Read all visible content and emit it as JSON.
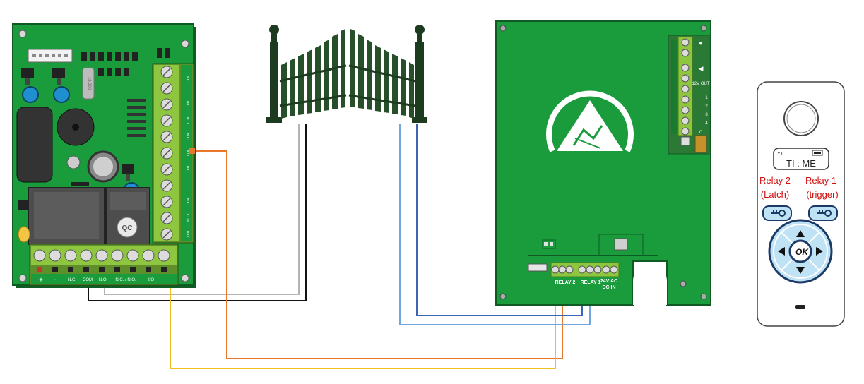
{
  "left_board": {
    "chip_label": "13.000",
    "qc_label": "QC",
    "side_terminal_labels": [
      "N.C.",
      "N.C.",
      "N.O.",
      "N.C.",
      "N.O.",
      "N.O.",
      "N.C.",
      "COM",
      "N.O."
    ],
    "bottom_terminal_labels": [
      "+",
      "-",
      "N.C.",
      "COM",
      "N.O.",
      "N.C. / N.O.",
      "I/O"
    ]
  },
  "intercom_board": {
    "relay2_label": "RELAY 2",
    "relay1_label": "RELAY 1",
    "power_label": "24V AC DC IN",
    "right_terminal_labels": [
      "12V OUT",
      "1",
      "2",
      "3",
      "4",
      "C"
    ]
  },
  "handset": {
    "display_text": "TI : ME",
    "relay2_label": "Relay 2",
    "relay2_sub": "(Latch)",
    "relay1_label": "Relay 1",
    "relay1_sub": "(trigger)",
    "ok_label": "OK"
  },
  "colors": {
    "board_green": "#1a9c3c",
    "terminal_green": "#8ec63f",
    "wire_orange": "#e8762b",
    "wire_yellow": "#f2c01e",
    "wire_gray": "#b4b4b4",
    "wire_black": "#111111",
    "wire_light_blue": "#6fa6dd",
    "wire_blue": "#3a64b5",
    "accent_red": "#d01010"
  }
}
